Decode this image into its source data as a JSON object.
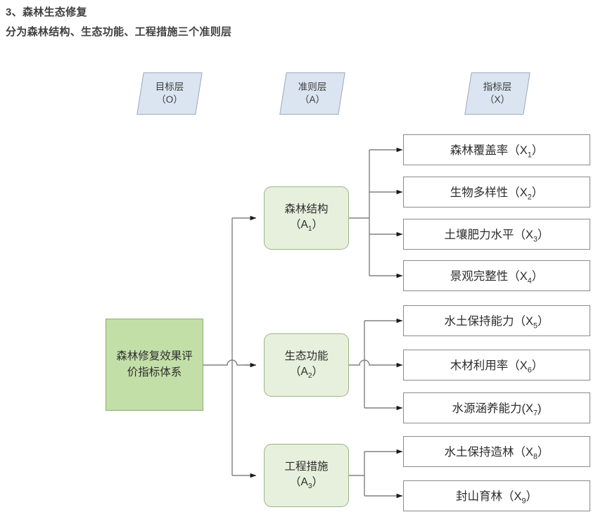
{
  "headings": {
    "line1": "3、森林生态修复",
    "line2": "分为森林结构、生态功能、工程措施三个准则层"
  },
  "layer_labels": [
    {
      "name": "目标层",
      "code": "（O）"
    },
    {
      "name": "准则层",
      "code": "（A）"
    },
    {
      "name": "指标层",
      "code": "（X）"
    }
  ],
  "root": {
    "label": "森林修复效果评价指标体系"
  },
  "criteria": [
    {
      "name": "森林结构",
      "code": "A",
      "index": "1"
    },
    {
      "name": "生态功能",
      "code": "A",
      "index": "2"
    },
    {
      "name": "工程措施",
      "code": "A",
      "index": "3"
    }
  ],
  "indicators": [
    {
      "label": "森林覆盖率（X",
      "index": "1",
      "tail": "）",
      "parent": "A1"
    },
    {
      "label": "生物多样性（X",
      "index": "2",
      "tail": "）",
      "parent": "A1"
    },
    {
      "label": "土壤肥力水平（X",
      "index": "3",
      "tail": "）",
      "parent": "A1"
    },
    {
      "label": "景观完整性（X",
      "index": "4",
      "tail": "）",
      "parent": "A1"
    },
    {
      "label": "水土保持能力（X",
      "index": "5",
      "tail": "）",
      "parent": "A2"
    },
    {
      "label": "木材利用率（X",
      "index": "6",
      "tail": "）",
      "parent": "A2"
    },
    {
      "label": "水源涵养能力(X",
      "index": "7",
      "tail": ")",
      "parent": "A2"
    },
    {
      "label": "水土保持造林（X",
      "index": "8",
      "tail": "）",
      "parent": "A3"
    },
    {
      "label": "封山育林（X",
      "index": "9",
      "tail": "）",
      "parent": "A3"
    }
  ],
  "colors": {
    "root_fill": "#c3dfa8",
    "root_border": "#8faa74",
    "criterion_fill": "#e6f0dc",
    "criterion_border": "#9cb487",
    "layer_fill": "#dbe5f1",
    "layer_border": "#9ba9bd",
    "indicator_border": "#8a8a8a",
    "connector": "#808080"
  }
}
